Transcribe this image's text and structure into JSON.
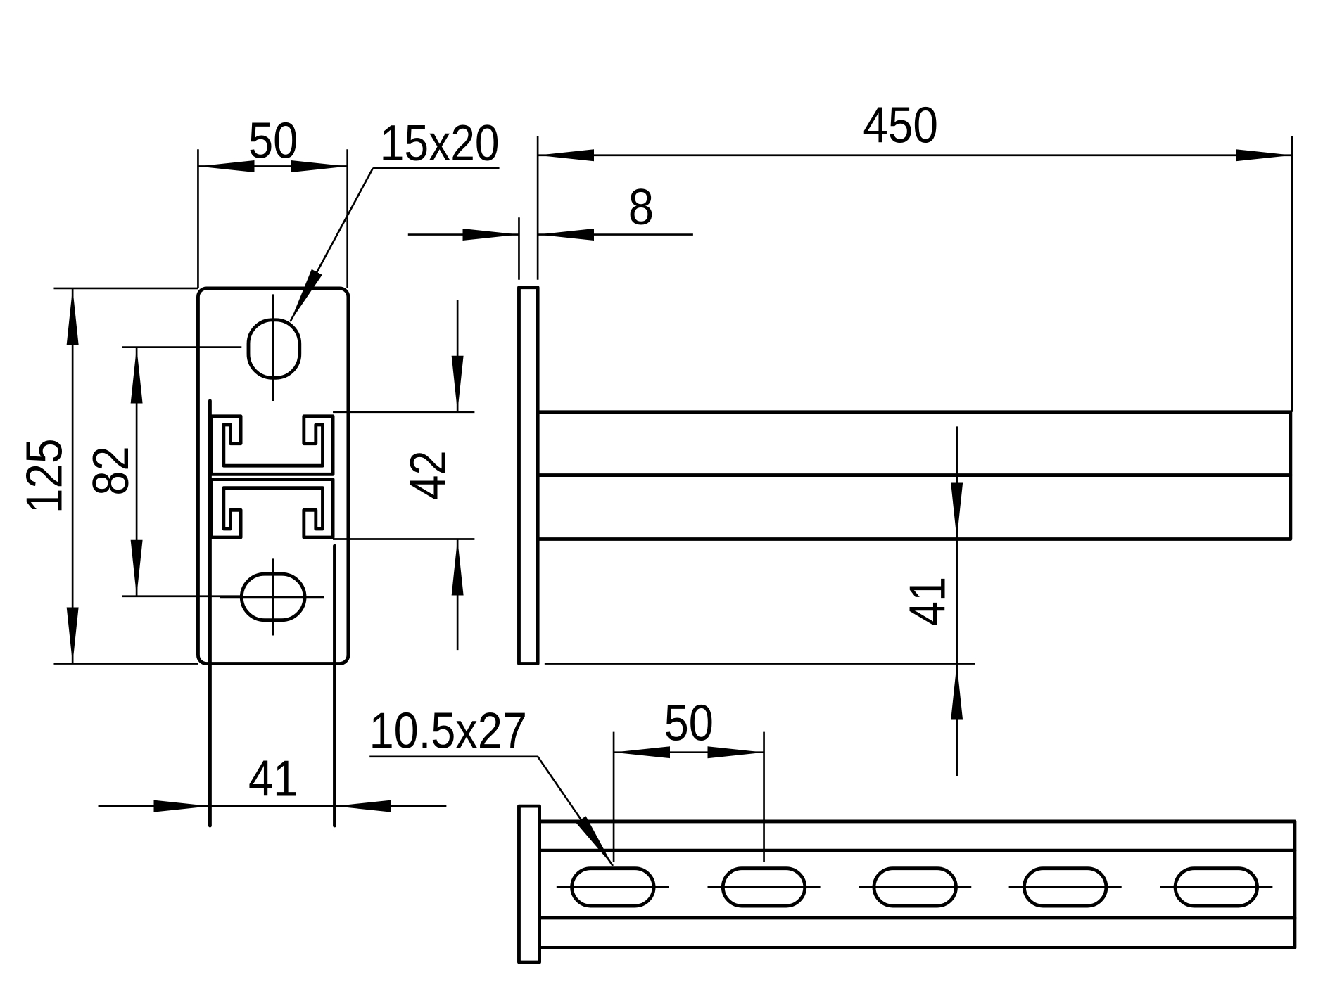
{
  "drawing": {
    "colors": {
      "line": "#000000",
      "background": "#ffffff"
    },
    "front_view": {
      "width_label": "50",
      "hole_label": "15x20",
      "height_label": "125",
      "hole_spacing_label": "82",
      "channel_height_label": "42",
      "channel_width_label": "41"
    },
    "side_view": {
      "length_label": "450",
      "plate_thickness_label": "8",
      "arm_offset_label": "41"
    },
    "bottom_view": {
      "slot_label": "10.5x27",
      "slot_pitch_label": "50"
    }
  }
}
